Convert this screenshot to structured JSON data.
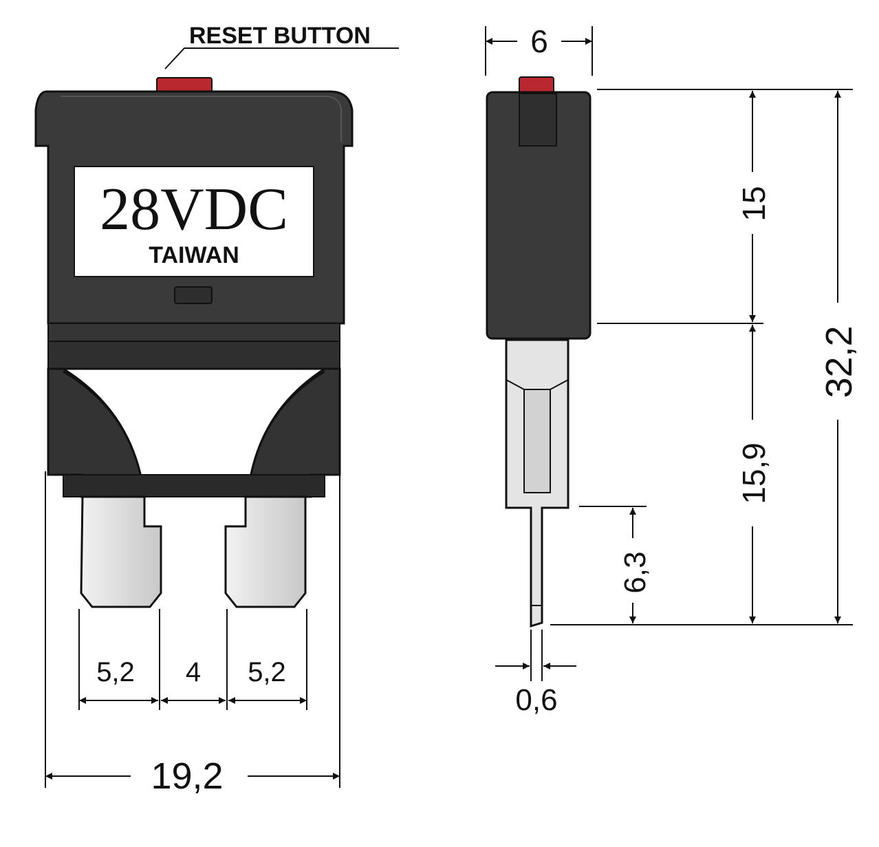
{
  "labels": {
    "reset_button": "RESET BUTTON",
    "rating": "28VDC",
    "origin": "TAIWAN"
  },
  "dimensions": {
    "terminal_width_left": "5,2",
    "terminal_gap": "4",
    "terminal_width_right": "5,2",
    "overall_width": "19,2",
    "side_thickness": "6",
    "body_height": "15",
    "terminal_length": "15,9",
    "overall_height": "32,2",
    "blade_length": "6,3",
    "blade_thickness": "0,6"
  },
  "colors": {
    "body": "#3a3a3a",
    "body_dark": "#2a2a2a",
    "reset_button": "#b8282e",
    "terminal": "#e2e2e2",
    "label_bg": "#ffffff",
    "line": "#111111"
  }
}
